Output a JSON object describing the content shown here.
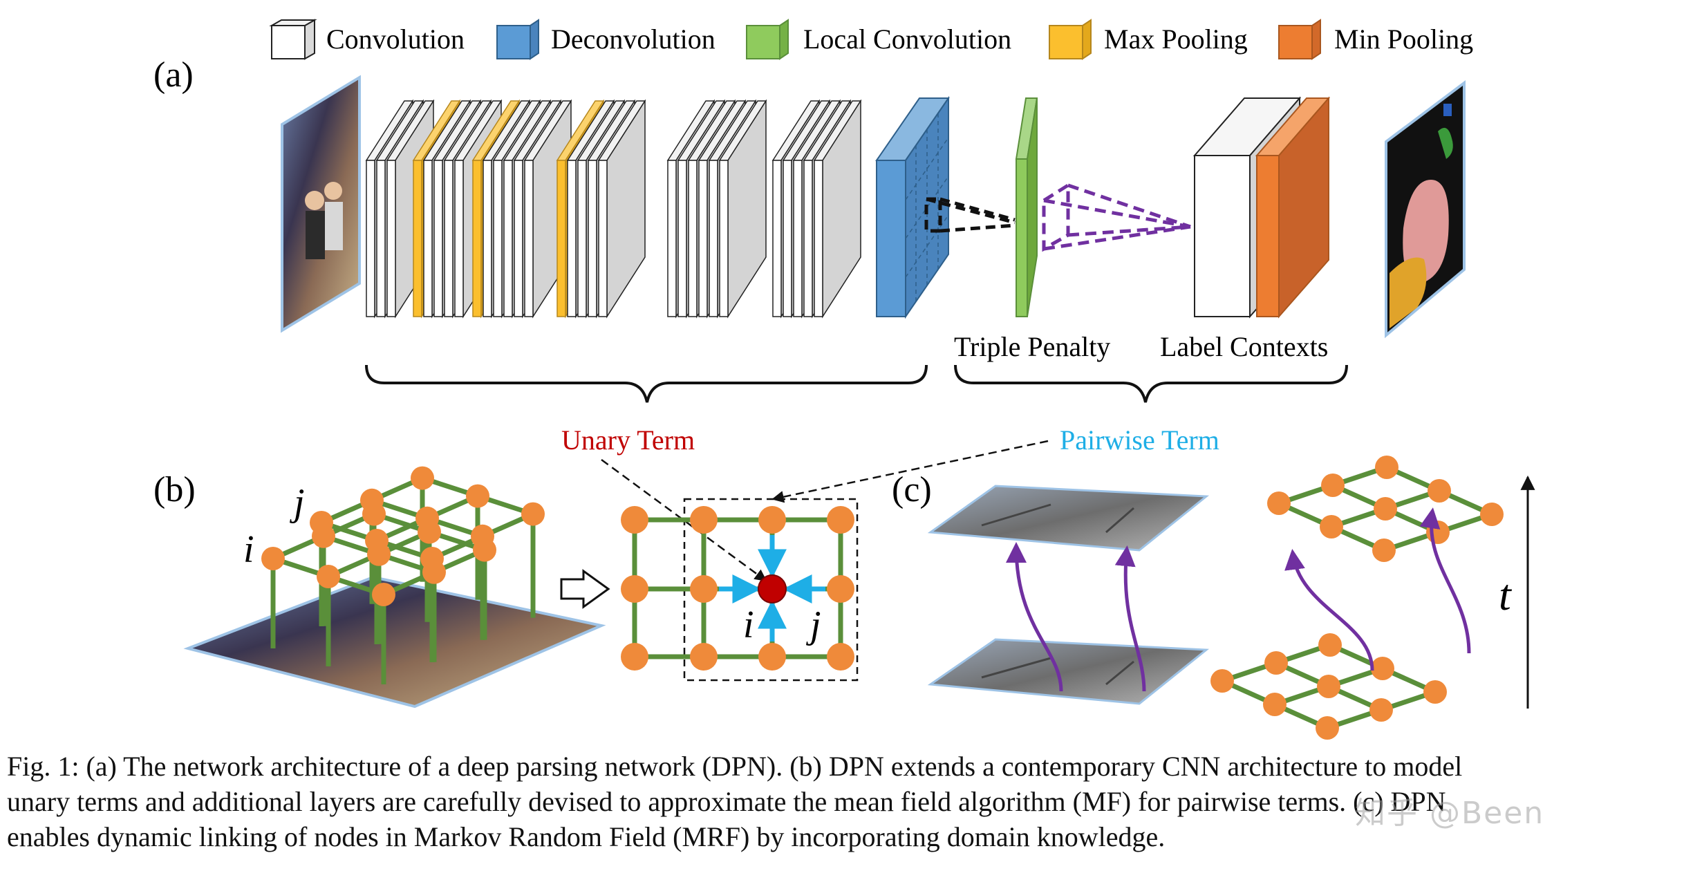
{
  "legend": [
    {
      "label": "Convolution",
      "color": "#ffffff"
    },
    {
      "label": "Deconvolution",
      "color": "#5b9bd5"
    },
    {
      "label": "Local Convolution",
      "color": "#8fcb5d"
    },
    {
      "label": "Max Pooling",
      "color": "#fbbf2e"
    },
    {
      "label": "Min Pooling",
      "color": "#ed7d31"
    }
  ],
  "panels": {
    "a": "(a)",
    "b": "(b)",
    "c": "(c)"
  },
  "labels": {
    "triple_penalty": "Triple Penalty",
    "label_contexts": "Label Contexts",
    "unary_term": "Unary Term",
    "pairwise_term": "Pairwise Term",
    "node_i_1": "i",
    "node_j_1": "j",
    "node_i_2": "i",
    "node_j_2": "j",
    "time_axis": "t"
  },
  "colors": {
    "unary": "#c00000",
    "pairwise": "#1eaee6",
    "node": "#ef8a3a",
    "edge": "#5a8f3a",
    "link": "#7030a0"
  },
  "caption": {
    "line1": "Fig. 1: (a) The network architecture of a deep parsing network (DPN). (b) DPN extends a contemporary CNN architecture to model",
    "line2": "unary terms and additional layers are carefully devised to approximate the mean field algorithm (MF) for pairwise terms. (c) DPN",
    "line3": "enables dynamic linking of nodes in Markov Random Field (MRF) by incorporating domain knowledge."
  },
  "watermark": "知乎 @Been"
}
